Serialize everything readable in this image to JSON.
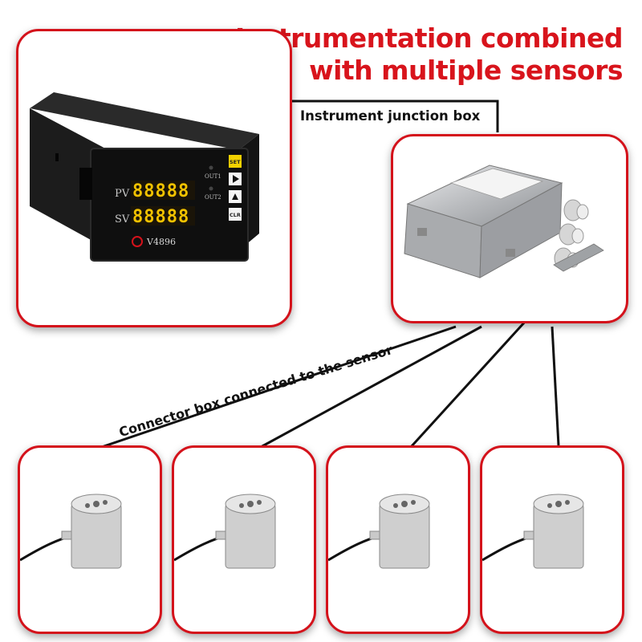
{
  "headline": {
    "line1": "Instrumentation combined",
    "line2": "with multiple sensors"
  },
  "labels": {
    "junction_box": "Instrument junction box",
    "connector_box": "Connector box connected to the sensor"
  },
  "instrument": {
    "pv_label": "PV",
    "sv_label": "SV",
    "pv_digits": "88888",
    "sv_digits": "88888",
    "out1": "OUT1",
    "out2": "OUT2",
    "set_btn": "SET",
    "clr_btn": "CLR",
    "model": "V4896"
  },
  "sensors": [
    {
      "id": 1
    },
    {
      "id": 2
    },
    {
      "id": 3
    },
    {
      "id": 4
    }
  ],
  "colors": {
    "accent": "#d4121b",
    "digit": "#f2c200"
  }
}
